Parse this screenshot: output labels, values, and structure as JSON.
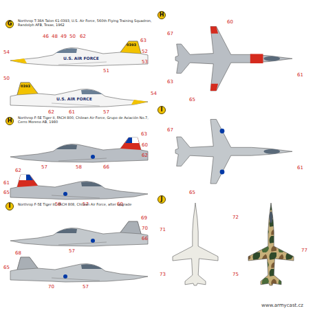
{
  "diagram": {
    "nodes": [
      {
        "text": [
          "G"
        ]
      },
      {
        "text": [
          "H"
        ]
      },
      {
        "text": [
          "I"
        ]
      },
      {
        "text": [
          "H"
        ]
      },
      {
        "text": [
          "I"
        ]
      },
      {
        "text": [
          "J"
        ]
      }
    ],
    "labels": [
      "Northrop T-38A Talon 61-0393, U.S. Air Force, 560th Flying Training Squadron, Randolph AFB, Texas, 1962",
      "U.S. AIR FORCE",
      "0393",
      "46",
      "48",
      "49",
      "50",
      "62",
      "63",
      "52",
      "53",
      "51",
      "54",
      "U.S. AIR FORCE",
      "0393",
      "50",
      "54",
      "62",
      "61",
      "57",
      "Northrop F-5E Tiger II, FACH 800, Chilean Air Force, Grupo de Aviación No.7, Cerro Moreno AB, 1980",
      "63",
      "60",
      "62",
      "58",
      "57",
      "66",
      "62",
      "61",
      "65",
      "58",
      "57",
      "60",
      "Northrop F-5E Tiger III, FACH 808, Chilean Air Force, after upgrade",
      "69",
      "70",
      "66",
      "57",
      "68",
      "65",
      "70",
      "57",
      "67",
      "60",
      "61",
      "63",
      "65",
      "67",
      "61",
      "65",
      "71",
      "73",
      "72",
      "77",
      "75",
      "www.armycast.cz"
    ]
  }
}
